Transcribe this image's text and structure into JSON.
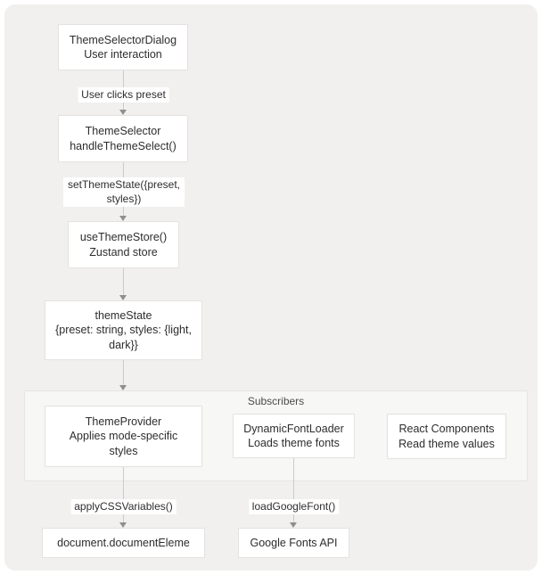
{
  "diagram": {
    "group": {
      "label": "Subscribers"
    },
    "nodes": {
      "theme_selector_dialog": {
        "lines": [
          "ThemeSelectorDialog",
          "User interaction"
        ]
      },
      "theme_selector": {
        "lines": [
          "ThemeSelector",
          "handleThemeSelect()"
        ]
      },
      "use_theme_store": {
        "lines": [
          "useThemeStore()",
          "Zustand store"
        ]
      },
      "theme_state": {
        "lines": [
          "themeState",
          "{preset: string, styles: {light, dark}}"
        ]
      },
      "theme_provider": {
        "lines": [
          "ThemeProvider",
          "Applies mode-specific styles"
        ]
      },
      "dynamic_font_loader": {
        "lines": [
          "DynamicFontLoader",
          "Loads theme fonts"
        ]
      },
      "react_components": {
        "lines": [
          "React Components",
          "Read theme values"
        ]
      },
      "document_element": {
        "lines": [
          "document.documentEleme"
        ]
      },
      "google_fonts_api": {
        "lines": [
          "Google Fonts API"
        ]
      }
    },
    "edge_labels": {
      "user_clicks_preset": "User clicks preset",
      "set_theme_state": "setThemeState({preset, styles})",
      "apply_css_variables": "applyCSSVariables()",
      "load_google_font": "loadGoogleFont()"
    },
    "colors": {
      "canvas_bg": "#f1f0ee",
      "node_bg": "#ffffff",
      "node_border": "#e3e2e0",
      "group_bg": "#f7f7f6",
      "group_border": "#e6e5e3",
      "edge_line": "#cbcbcb",
      "arrowhead": "#8f8f8f",
      "text": "#2d2d2d"
    }
  }
}
